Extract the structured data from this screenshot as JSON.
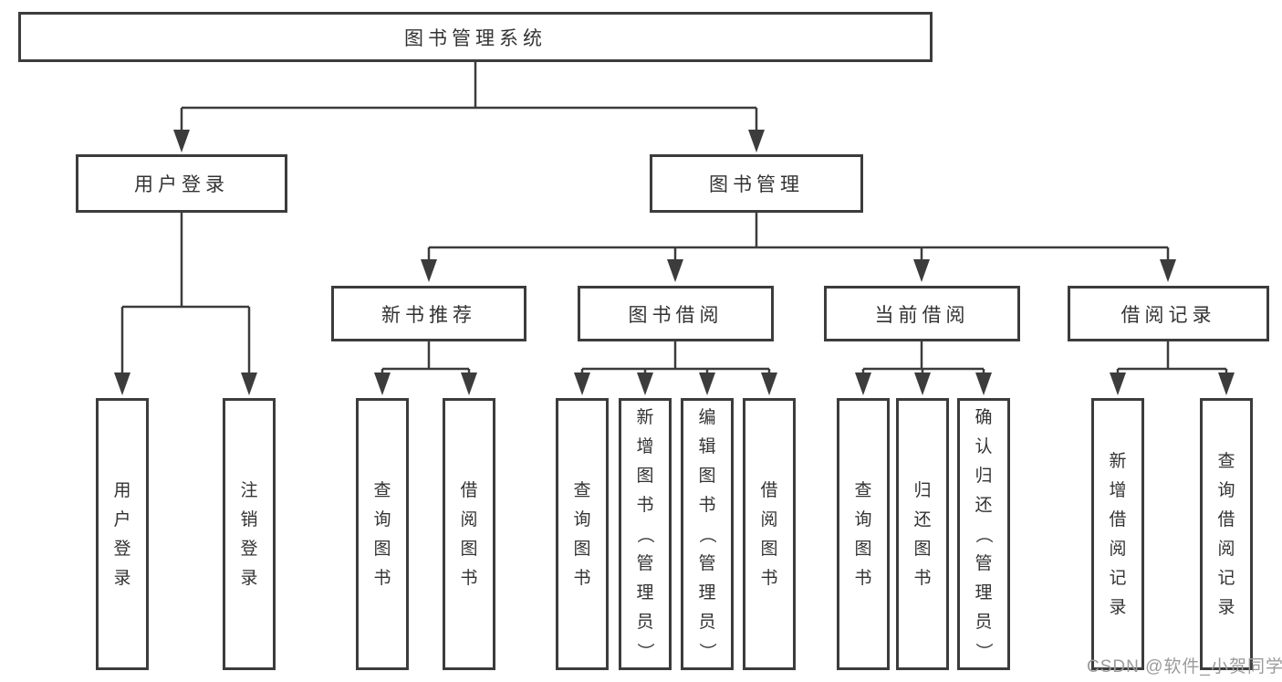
{
  "tree": {
    "root": "图书管理系统",
    "branches": [
      {
        "label": "用户登录",
        "children": [
          "用户登录",
          "注销登录"
        ]
      },
      {
        "label": "图书管理",
        "sections": [
          {
            "label": "新书推荐",
            "children": [
              "查询图书",
              "借阅图书"
            ]
          },
          {
            "label": "图书借阅",
            "children": [
              "查询图书",
              "新增图书（管理员）",
              "编辑图书（管理员）",
              "借阅图书"
            ]
          },
          {
            "label": "当前借阅",
            "children": [
              "查询图书",
              "归还图书",
              "确认归还（管理员）"
            ]
          },
          {
            "label": "借阅记录",
            "children": [
              "新增借阅记录",
              "查询借阅记录"
            ]
          }
        ]
      }
    ]
  },
  "watermark": "CSDN @软件_小贺同学",
  "colors": {
    "line": "#3c3c3c",
    "text": "#333333",
    "watermark": "#9b9b9b",
    "background": "#ffffff"
  }
}
